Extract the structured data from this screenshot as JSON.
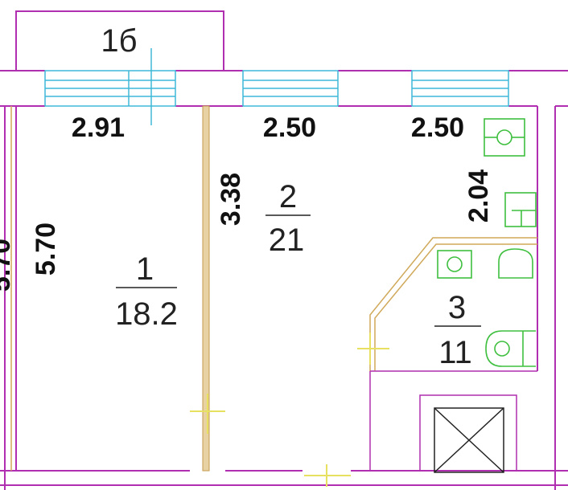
{
  "balcony": {
    "label": "1б"
  },
  "dimensions": {
    "room1_width": "2.91",
    "room2_width": "2.50",
    "room3_width": "2.50",
    "room1_length": "5.70",
    "room2_length": "3.38",
    "room3_length": "2.04",
    "left_edge": "5.70"
  },
  "rooms": [
    {
      "number": "1",
      "area": "18.2"
    },
    {
      "number": "2",
      "area": "21"
    },
    {
      "number": "3",
      "area": "11"
    }
  ],
  "colors": {
    "wall": "#b02fb0",
    "window": "#3fb8d8",
    "fixture": "#3fbf3f",
    "wood": "#d0a95a"
  }
}
